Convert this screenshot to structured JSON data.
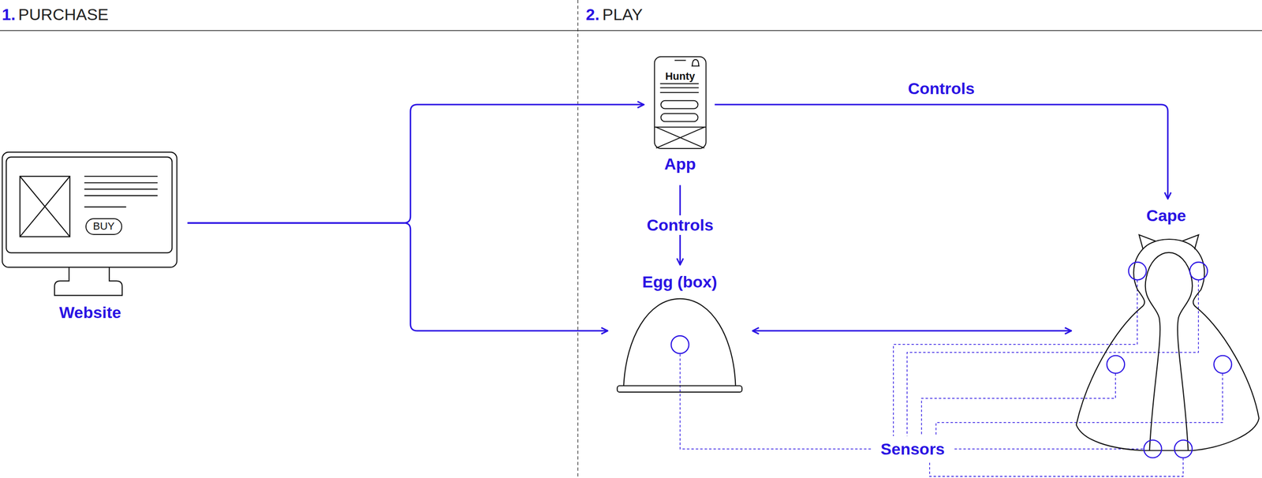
{
  "diagram": {
    "nodes": [
      {
        "text": [
          "Website"
        ]
      },
      {
        "text": [
          "BUY"
        ],
        "in": 0
      },
      {
        "text": [
          "Hunty",
          "App"
        ]
      },
      {
        "text": [
          "Egg (box)"
        ]
      },
      {
        "text": [
          "Cape"
        ]
      }
    ],
    "edges": [
      {
        "from": 0,
        "to": 2,
        "arrow": "to"
      },
      {
        "from": 0,
        "to": 3,
        "arrow": "to"
      },
      {
        "from": 2,
        "to": 3,
        "label": "Controls",
        "arrow": "to"
      },
      {
        "from": 2,
        "to": 4,
        "label": "Controls",
        "arrow": "to"
      },
      {
        "from": 3,
        "to": 4,
        "arrow": "both"
      }
    ],
    "labels": [
      "1.",
      "PURCHASE",
      "2.",
      "PLAY",
      "Sensors"
    ]
  }
}
